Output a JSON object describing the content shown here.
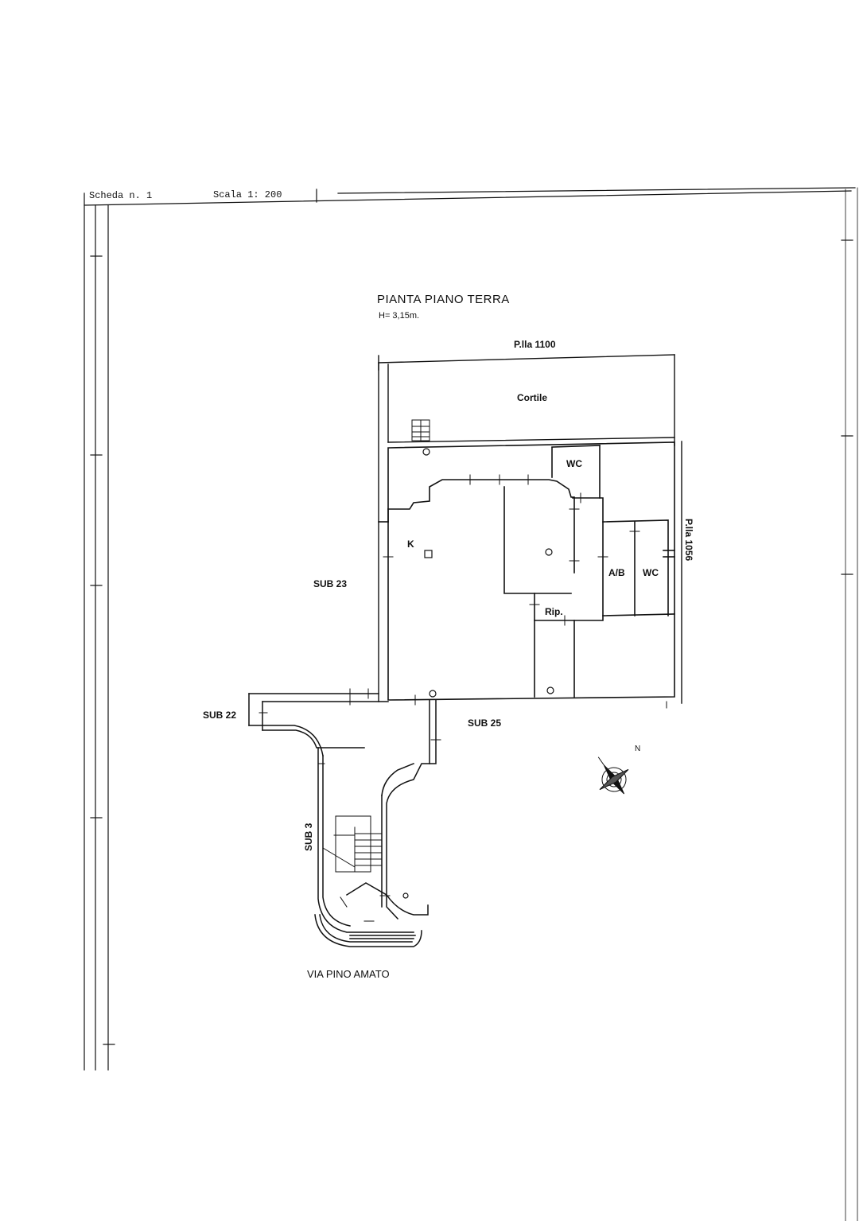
{
  "header": {
    "sheet_label": "Scheda n. 1",
    "scale_label": "Scala 1: 200"
  },
  "plan": {
    "title": "PIANTA  PIANO  TERRA",
    "height_note": "H= 3,15m.",
    "rooms": {
      "courtyard": "Cortile",
      "wc_top": "WC",
      "kitchen": "K",
      "ab": "A/B",
      "wc_right": "WC",
      "storage": "Rip."
    },
    "neighbors": {
      "north": "P.lla 1100",
      "east": "P.lla 1056",
      "sub23": "SUB 23",
      "sub22": "SUB 22",
      "sub25": "SUB 25",
      "sub3": "SUB 3"
    },
    "street": "VIA  PINO   AMATO"
  }
}
